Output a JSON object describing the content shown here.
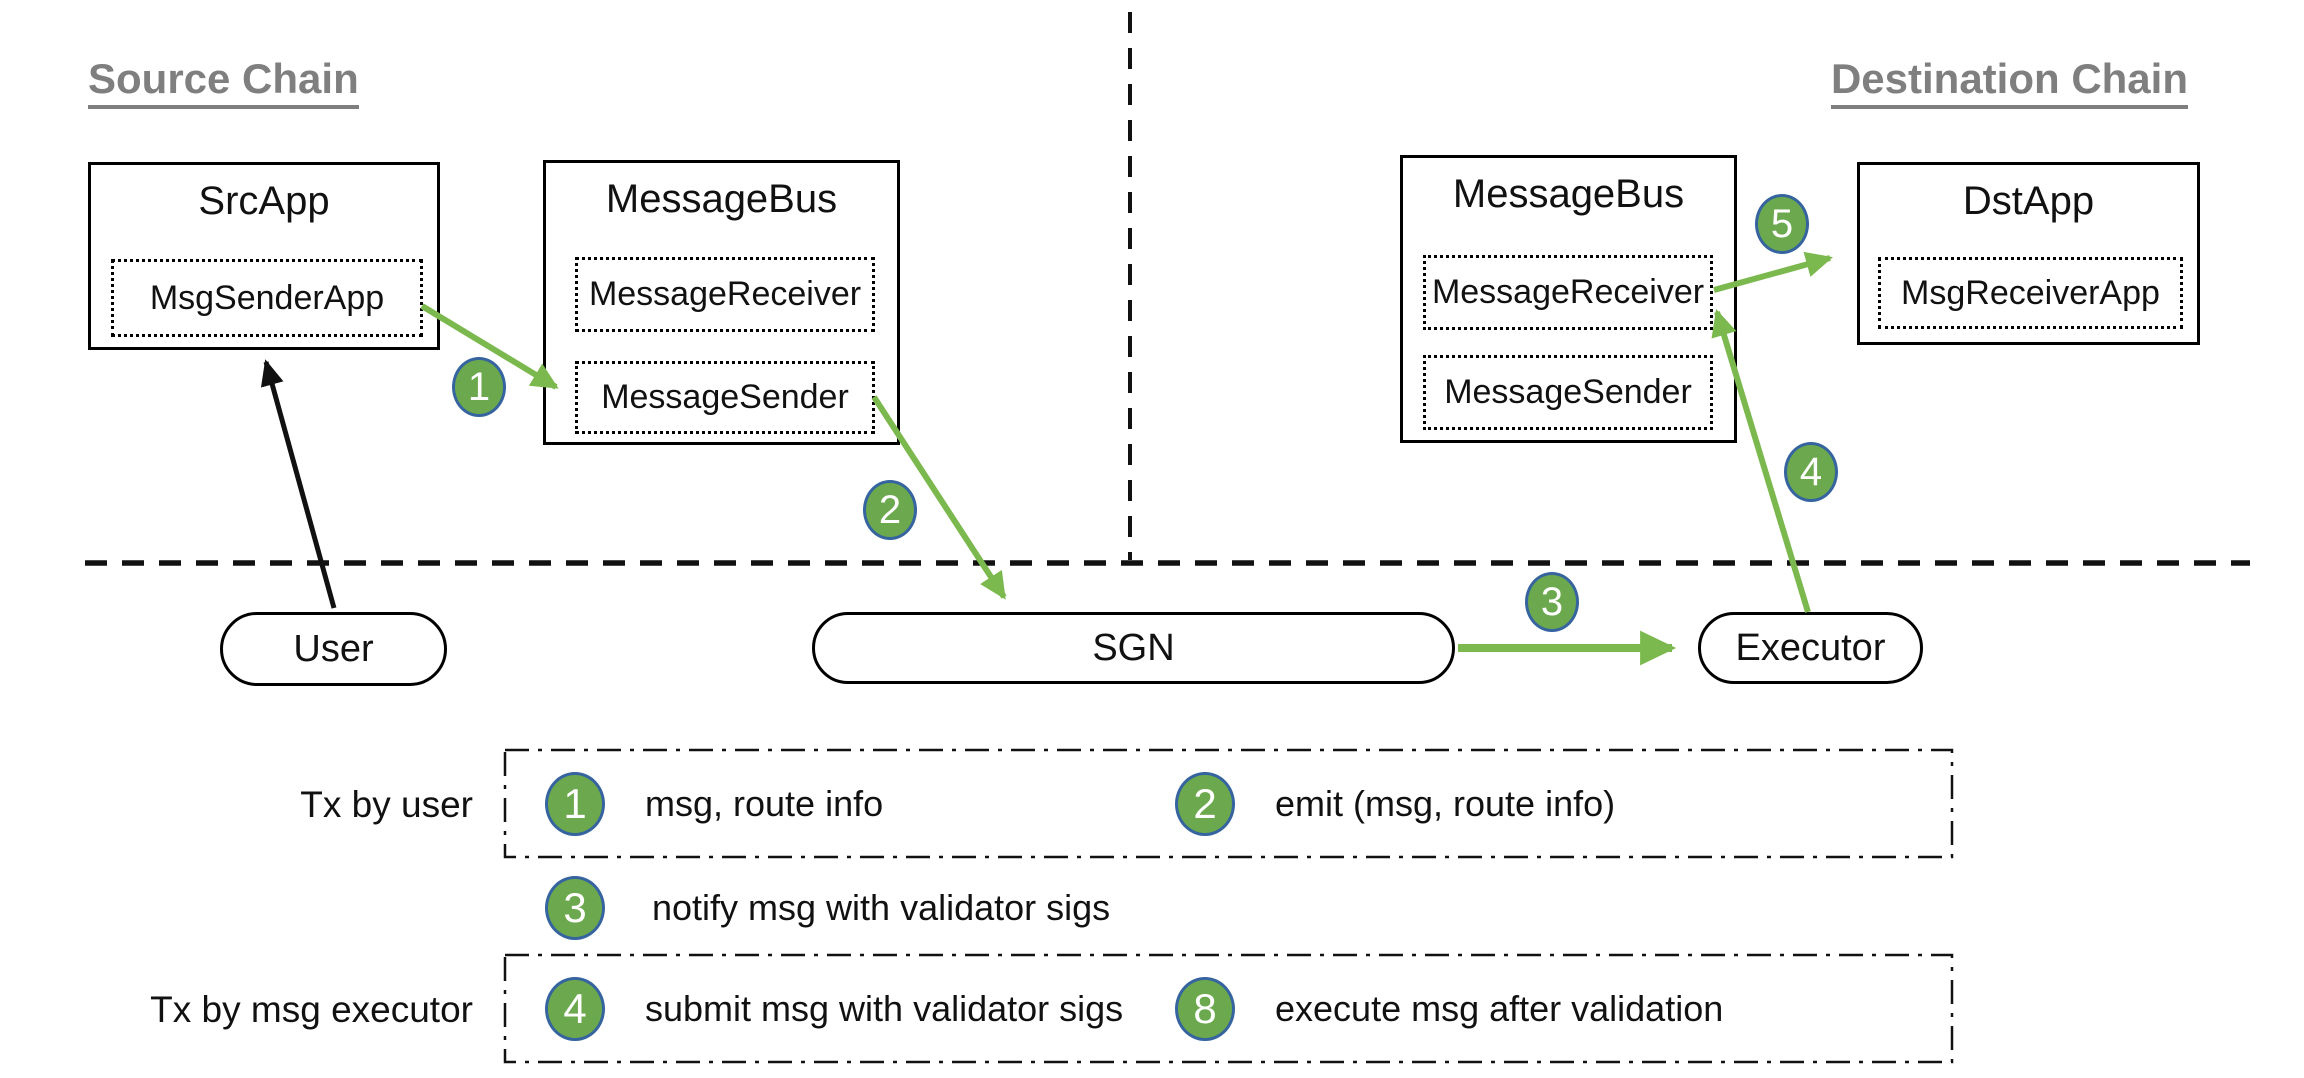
{
  "diagram": {
    "source_chain_label": "Source Chain",
    "destination_chain_label": "Destination Chain",
    "src_app": {
      "title": "SrcApp",
      "module": "MsgSenderApp"
    },
    "message_bus_source": {
      "title": "MessageBus",
      "receiver": "MessageReceiver",
      "sender": "MessageSender"
    },
    "message_bus_destination": {
      "title": "MessageBus",
      "receiver": "MessageReceiver",
      "sender": "MessageSender"
    },
    "dst_app": {
      "title": "DstApp",
      "module": "MsgReceiverApp"
    },
    "actors": {
      "user": "User",
      "sgn": "SGN",
      "executor": "Executor"
    },
    "step_badges": {
      "step1": "1",
      "step2": "2",
      "step3": "3",
      "step4": "4",
      "step5": "5"
    }
  },
  "legend": {
    "tx_by_user_label": "Tx by user",
    "tx_by_executor_label": "Tx by msg executor",
    "step1": {
      "num": "1",
      "text": "msg, route info"
    },
    "step2": {
      "num": "2",
      "text": "emit (msg, route info)"
    },
    "step3": {
      "num": "3",
      "text": "notify msg with validator sigs"
    },
    "step4": {
      "num": "4",
      "text": "submit msg with validator sigs"
    },
    "step8": {
      "num": "8",
      "text": "execute msg after validation"
    }
  },
  "colors": {
    "badge_green": "#6ca94e",
    "badge_border_blue": "#35649f",
    "arrow_green": "#7bb94e",
    "heading_gray": "#7f7f7f",
    "line_black": "#111111"
  }
}
